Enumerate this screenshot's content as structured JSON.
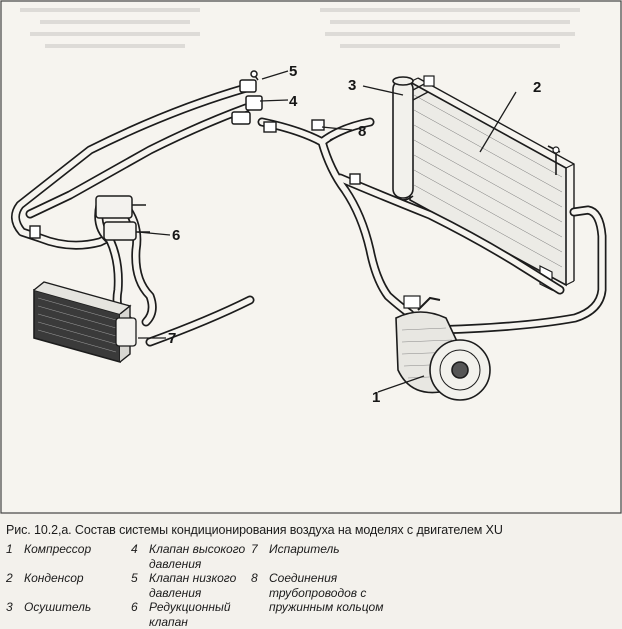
{
  "figure": {
    "callouts": [
      "1",
      "2",
      "3",
      "4",
      "5",
      "6",
      "7",
      "8"
    ]
  },
  "caption": {
    "title": "Рис. 10.2,а. Состав системы кондиционирования воздуха на моделях с двигателем XU",
    "items": [
      {
        "num": "1",
        "text": "Компрессор"
      },
      {
        "num": "2",
        "text": "Конденсор"
      },
      {
        "num": "3",
        "text": "Осушитель"
      },
      {
        "num": "4",
        "text": "Клапан высокого давления"
      },
      {
        "num": "5",
        "text": "Клапан низкого давления"
      },
      {
        "num": "6",
        "text": "Редукционный клапан"
      },
      {
        "num": "7",
        "text": "Испаритель"
      },
      {
        "num": "8",
        "text": "Соединения трубопроводов с пружинным кольцом"
      }
    ]
  }
}
